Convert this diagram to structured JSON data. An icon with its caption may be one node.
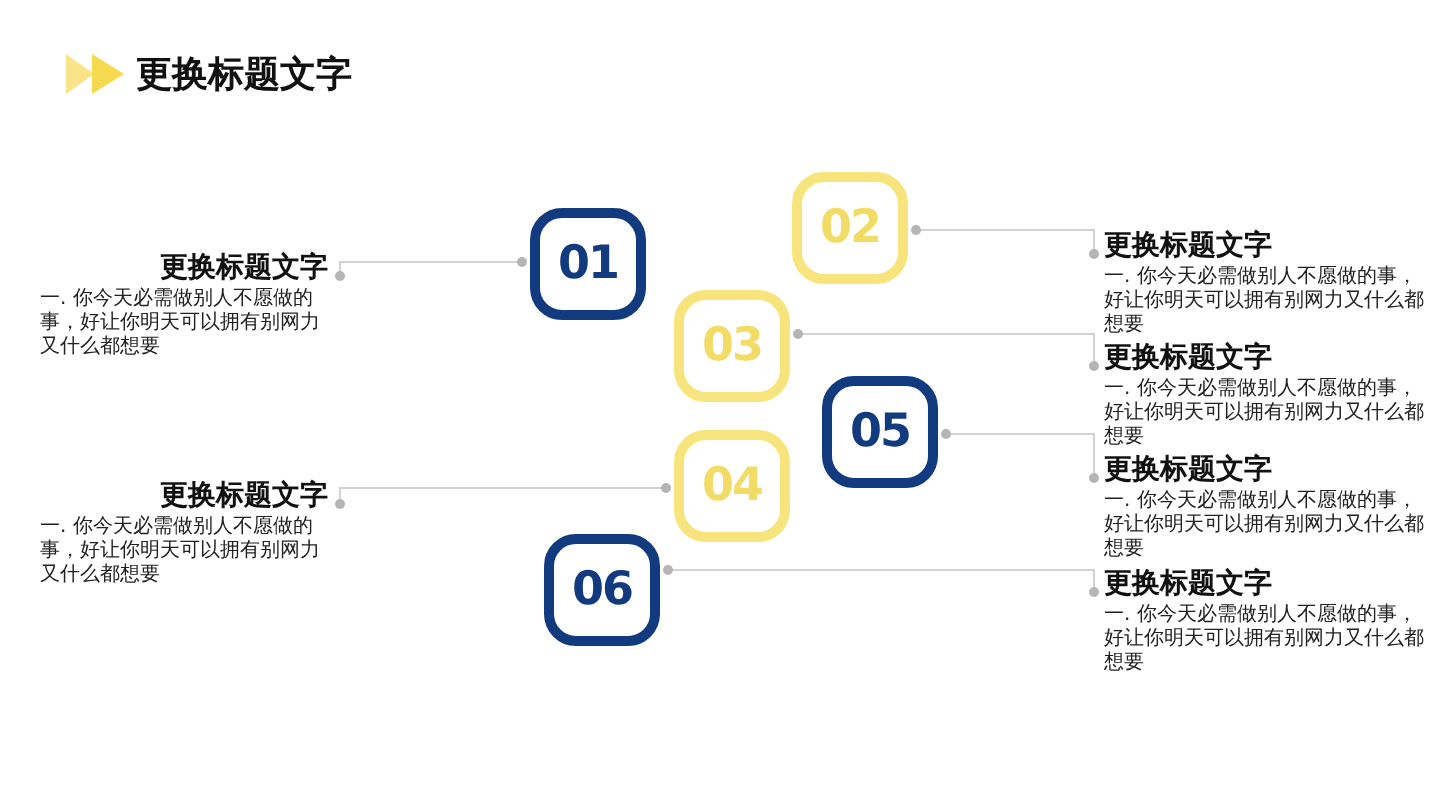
{
  "diagram": {
    "title": "更换标题文字",
    "nodes": [
      {
        "text": [
          "更换标题文字",
          "一. 你今天必需做别人不愿做的事，好让你明天可以拥有别网力又什么都想要"
        ]
      },
      {
        "text": [
          "01"
        ]
      },
      {
        "text": [
          "02"
        ]
      },
      {
        "text": [
          "更换标题文字",
          "一. 你今天必需做别人不愿做的事，好让你明天可以拥有别网力又什么都想要"
        ]
      },
      {
        "text": [
          "03"
        ]
      },
      {
        "text": [
          "更换标题文字",
          "一. 你今天必需做别人不愿做的事，好让你明天可以拥有别网力又什么都想要"
        ]
      },
      {
        "text": [
          "05"
        ]
      },
      {
        "text": [
          "更换标题文字",
          "一. 你今天必需做别人不愿做的事，好让你明天可以拥有别网力又什么都想要"
        ]
      },
      {
        "text": [
          "04"
        ]
      },
      {
        "text": [
          "更换标题文字",
          "一. 你今天必需做别人不愿做的事，好让你明天可以拥有别网力又什么都想要"
        ]
      },
      {
        "text": [
          "06"
        ]
      },
      {
        "text": [
          "更换标题文字",
          "一. 你今天必需做别人不愿做的事，好让你明天可以拥有别网力又什么都想要"
        ]
      }
    ],
    "edges": [
      {
        "from": 0,
        "to": 1,
        "arrow": "other"
      },
      {
        "from": 2,
        "to": 3,
        "arrow": "other"
      },
      {
        "from": 4,
        "to": 5,
        "arrow": "other"
      },
      {
        "from": 6,
        "to": 7,
        "arrow": "other"
      },
      {
        "from": 9,
        "to": 8,
        "arrow": "other"
      },
      {
        "from": 10,
        "to": 11,
        "arrow": "other"
      }
    ]
  }
}
